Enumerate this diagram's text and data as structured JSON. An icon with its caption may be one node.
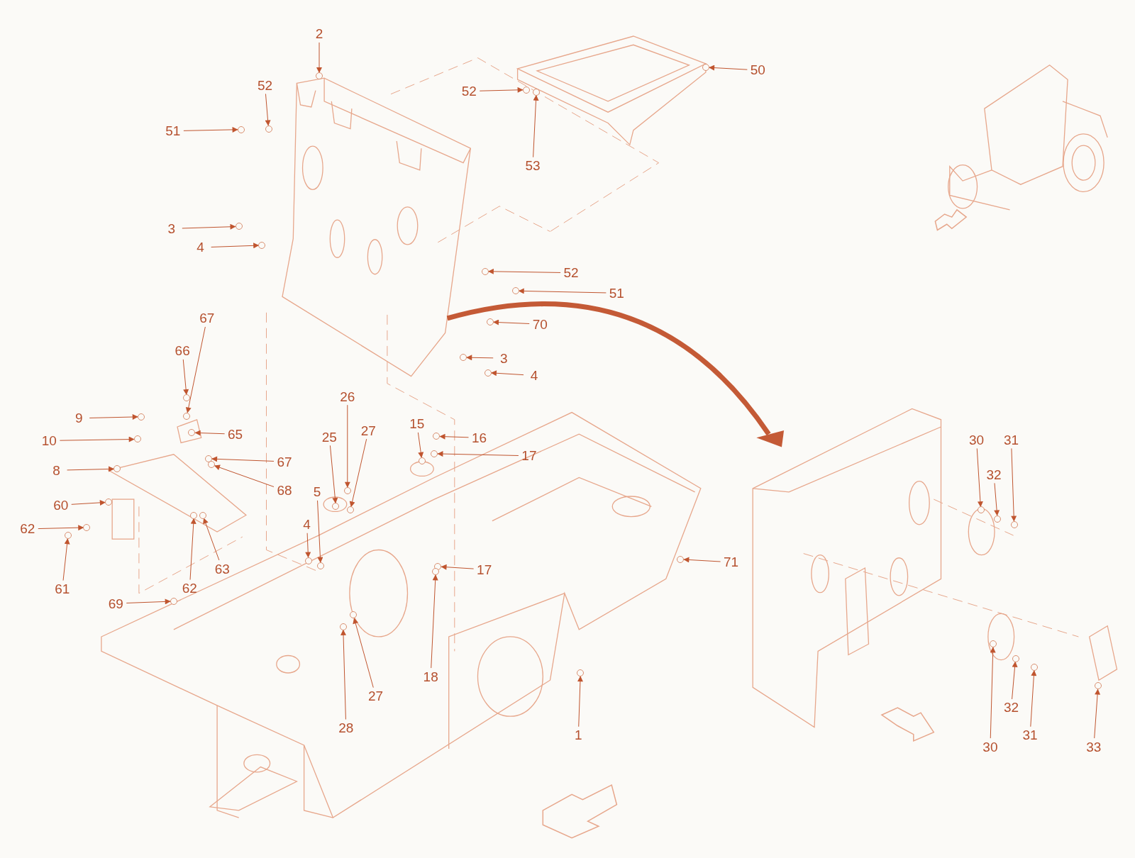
{
  "diagram": {
    "nodes": [
      {
        "text": [
          "2"
        ]
      },
      {
        "text": [
          "52"
        ]
      },
      {
        "text": [
          "51"
        ]
      },
      {
        "text": [
          "3"
        ]
      },
      {
        "text": [
          "4"
        ]
      },
      {
        "text": [
          "52"
        ]
      },
      {
        "text": [
          "53"
        ]
      },
      {
        "text": [
          "50"
        ]
      },
      {
        "text": [
          "52"
        ]
      },
      {
        "text": [
          "51"
        ]
      },
      {
        "text": [
          "70"
        ]
      },
      {
        "text": [
          "3"
        ]
      },
      {
        "text": [
          "4"
        ]
      },
      {
        "text": [
          "67"
        ]
      },
      {
        "text": [
          "66"
        ]
      },
      {
        "text": [
          "9"
        ]
      },
      {
        "text": [
          "10"
        ]
      },
      {
        "text": [
          "65"
        ]
      },
      {
        "text": [
          "8"
        ]
      },
      {
        "text": [
          "67"
        ]
      },
      {
        "text": [
          "68"
        ]
      },
      {
        "text": [
          "60"
        ]
      },
      {
        "text": [
          "62"
        ]
      },
      {
        "text": [
          "61"
        ]
      },
      {
        "text": [
          "62"
        ]
      },
      {
        "text": [
          "63"
        ]
      },
      {
        "text": [
          "69"
        ]
      },
      {
        "text": [
          "4"
        ]
      },
      {
        "text": [
          "5"
        ]
      },
      {
        "text": [
          "25"
        ]
      },
      {
        "text": [
          "26"
        ]
      },
      {
        "text": [
          "27"
        ]
      },
      {
        "text": [
          "15"
        ]
      },
      {
        "text": [
          "16"
        ]
      },
      {
        "text": [
          "17"
        ]
      },
      {
        "text": [
          "17"
        ]
      },
      {
        "text": [
          "18"
        ]
      },
      {
        "text": [
          "27"
        ]
      },
      {
        "text": [
          "28"
        ]
      },
      {
        "text": [
          "1"
        ]
      },
      {
        "text": [
          "71"
        ]
      },
      {
        "text": [
          "30"
        ]
      },
      {
        "text": [
          "31"
        ]
      },
      {
        "text": [
          "32"
        ]
      },
      {
        "text": [
          "30"
        ]
      },
      {
        "text": [
          "32"
        ]
      },
      {
        "text": [
          "31"
        ]
      },
      {
        "text": [
          "33"
        ]
      },
      {
        "text": [],
        "shape": "circle"
      },
      {
        "text": [],
        "shape": "circle"
      },
      {
        "text": [],
        "shape": "circle"
      },
      {
        "text": [],
        "shape": "circle"
      },
      {
        "text": [],
        "shape": "circle"
      },
      {
        "text": [],
        "shape": "circle"
      },
      {
        "text": [],
        "shape": "circle"
      },
      {
        "text": [],
        "shape": "circle"
      },
      {
        "text": [],
        "shape": "circle"
      },
      {
        "text": [],
        "shape": "circle"
      },
      {
        "text": [],
        "shape": "circle"
      },
      {
        "text": [],
        "shape": "circle"
      },
      {
        "text": [],
        "shape": "circle"
      },
      {
        "text": [],
        "shape": "circle"
      },
      {
        "text": [],
        "shape": "circle"
      },
      {
        "text": [],
        "shape": "circle"
      },
      {
        "text": [],
        "shape": "circle"
      },
      {
        "text": [],
        "shape": "circle"
      },
      {
        "text": [],
        "shape": "circle"
      },
      {
        "text": [],
        "shape": "circle"
      },
      {
        "text": [],
        "shape": "circle"
      },
      {
        "text": [],
        "shape": "circle"
      },
      {
        "text": [],
        "shape": "circle"
      },
      {
        "text": [],
        "shape": "circle"
      },
      {
        "text": [],
        "shape": "circle"
      },
      {
        "text": [],
        "shape": "circle"
      },
      {
        "text": [],
        "shape": "circle"
      },
      {
        "text": [],
        "shape": "circle"
      },
      {
        "text": [],
        "shape": "circle"
      },
      {
        "text": [],
        "shape": "circle"
      },
      {
        "text": [],
        "shape": "circle"
      },
      {
        "text": [],
        "shape": "circle"
      },
      {
        "text": [],
        "shape": "circle"
      },
      {
        "text": [],
        "shape": "circle"
      },
      {
        "text": [],
        "shape": "circle"
      },
      {
        "text": [],
        "shape": "circle"
      },
      {
        "text": [],
        "shape": "circle"
      },
      {
        "text": [],
        "shape": "circle"
      },
      {
        "text": [],
        "shape": "circle"
      },
      {
        "text": [],
        "shape": "circle"
      },
      {
        "text": [],
        "shape": "circle"
      },
      {
        "text": [],
        "shape": "circle"
      },
      {
        "text": [],
        "shape": "circle"
      },
      {
        "text": [],
        "shape": "circle"
      },
      {
        "text": [],
        "shape": "circle"
      },
      {
        "text": [],
        "shape": "circle"
      },
      {
        "text": [],
        "shape": "circle"
      },
      {
        "text": [],
        "shape": "circle"
      }
    ],
    "edges": [
      {
        "from": 0,
        "to": 48,
        "arrow": "to"
      },
      {
        "from": 1,
        "to": 49,
        "arrow": "to"
      },
      {
        "from": 2,
        "to": 50,
        "arrow": "to"
      },
      {
        "from": 3,
        "to": 51,
        "arrow": "to"
      },
      {
        "from": 4,
        "to": 52,
        "arrow": "to"
      },
      {
        "from": 5,
        "to": 53,
        "arrow": "to"
      },
      {
        "from": 6,
        "to": 54,
        "arrow": "to"
      },
      {
        "from": 7,
        "to": 55,
        "arrow": "to"
      },
      {
        "from": 8,
        "to": 56,
        "arrow": "to"
      },
      {
        "from": 9,
        "to": 57,
        "arrow": "to"
      },
      {
        "from": 10,
        "to": 58,
        "arrow": "to"
      },
      {
        "from": 11,
        "to": 59,
        "arrow": "to"
      },
      {
        "from": 12,
        "to": 60,
        "arrow": "to"
      },
      {
        "from": 13,
        "to": 61,
        "arrow": "to"
      },
      {
        "from": 14,
        "to": 62,
        "arrow": "to"
      },
      {
        "from": 15,
        "to": 63,
        "arrow": "to"
      },
      {
        "from": 16,
        "to": 64,
        "arrow": "to"
      },
      {
        "from": 17,
        "to": 65,
        "arrow": "to"
      },
      {
        "from": 18,
        "to": 66,
        "arrow": "to"
      },
      {
        "from": 19,
        "to": 67,
        "arrow": "to"
      },
      {
        "from": 20,
        "to": 68,
        "arrow": "to"
      },
      {
        "from": 21,
        "to": 69,
        "arrow": "to"
      },
      {
        "from": 22,
        "to": 70,
        "arrow": "to"
      },
      {
        "from": 23,
        "to": 71,
        "arrow": "to"
      },
      {
        "from": 24,
        "to": 72,
        "arrow": "to"
      },
      {
        "from": 25,
        "to": 73,
        "arrow": "to"
      },
      {
        "from": 26,
        "to": 74,
        "arrow": "to"
      },
      {
        "from": 27,
        "to": 75,
        "arrow": "to"
      },
      {
        "from": 28,
        "to": 76,
        "arrow": "to"
      },
      {
        "from": 29,
        "to": 77,
        "arrow": "to"
      },
      {
        "from": 30,
        "to": 78,
        "arrow": "to"
      },
      {
        "from": 31,
        "to": 79,
        "arrow": "to"
      },
      {
        "from": 32,
        "to": 80,
        "arrow": "to"
      },
      {
        "from": 33,
        "to": 81,
        "arrow": "to"
      },
      {
        "from": 34,
        "to": 82,
        "arrow": "to"
      },
      {
        "from": 35,
        "to": 83,
        "arrow": "to"
      },
      {
        "from": 36,
        "to": 84,
        "arrow": "to"
      },
      {
        "from": 37,
        "to": 85,
        "arrow": "to"
      },
      {
        "from": 38,
        "to": 86,
        "arrow": "to"
      },
      {
        "from": 39,
        "to": 87,
        "arrow": "to"
      },
      {
        "from": 40,
        "to": 88,
        "arrow": "to"
      },
      {
        "from": 41,
        "to": 89,
        "arrow": "to"
      },
      {
        "from": 42,
        "to": 90,
        "arrow": "to"
      },
      {
        "from": 43,
        "to": 91,
        "arrow": "to"
      },
      {
        "from": 44,
        "to": 92,
        "arrow": "to"
      },
      {
        "from": 45,
        "to": 93,
        "arrow": "to"
      },
      {
        "from": 46,
        "to": 94,
        "arrow": "to"
      },
      {
        "from": 47,
        "to": 95,
        "arrow": "to"
      }
    ]
  }
}
